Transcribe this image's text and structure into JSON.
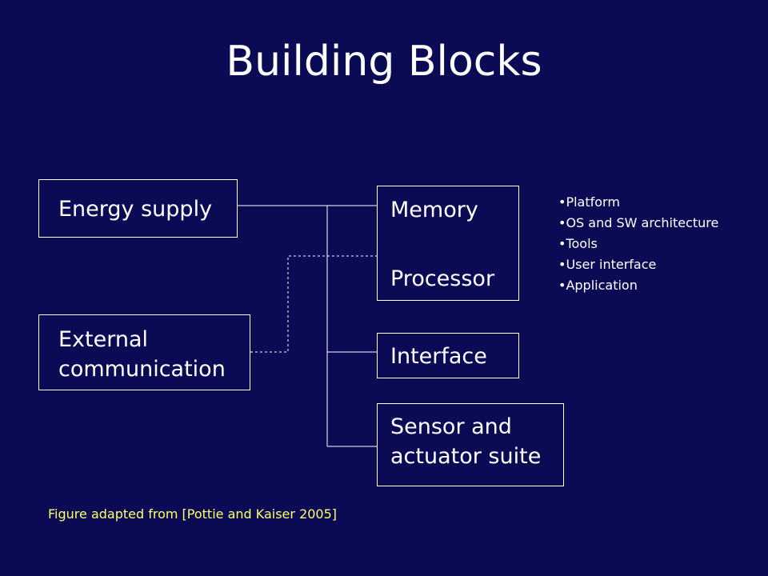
{
  "title": "Building Blocks",
  "blocks": {
    "energy_supply": "Energy supply",
    "external_communication": "External communication",
    "memory": "Memory",
    "processor": "Processor",
    "interface": "Interface",
    "sensor_actuator": "Sensor and actuator suite"
  },
  "bullets": [
    "Platform",
    "OS and SW architecture",
    "Tools",
    "User interface",
    "Application"
  ],
  "caption": "Figure adapted from [Pottie and Kaiser 2005]",
  "colors": {
    "background": "#0b0b55",
    "text": "#ffffff",
    "caption": "#ffff66"
  }
}
